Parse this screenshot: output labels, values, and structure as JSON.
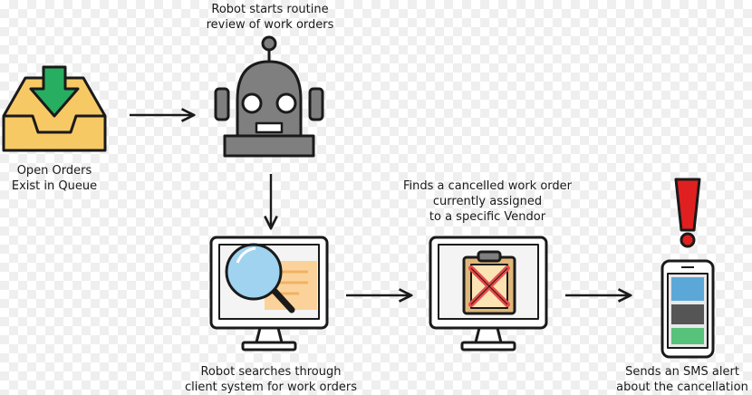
{
  "steps": {
    "queue": {
      "lines": [
        "Open Orders",
        "Exist in Queue"
      ],
      "icon": "inbox-download-icon"
    },
    "robot": {
      "lines": [
        "Robot starts routine",
        "review of work orders"
      ],
      "icon": "robot-icon"
    },
    "search": {
      "lines": [
        "Robot searches through",
        "client system for work orders"
      ],
      "icon": "monitor-search-icon"
    },
    "cancelled": {
      "lines": [
        "Finds a cancelled work order",
        "currently assigned",
        "to a specific Vendor"
      ],
      "icon": "monitor-clipboard-cancel-icon"
    },
    "alert": {
      "lines": [
        "Sends an SMS alert",
        "about the cancellation"
      ],
      "icon": "phone-alert-icon"
    }
  },
  "colors": {
    "outline": "#1a1a1a",
    "inbox_yellow": "#f7c965",
    "download_green": "#27ae60",
    "robot_gray": "#7f7f7f",
    "alert_red": "#e02020",
    "cancel_red": "#e84a4a",
    "magnifier_blue": "#9fd3ef",
    "card_orange": "#fbd39a"
  }
}
